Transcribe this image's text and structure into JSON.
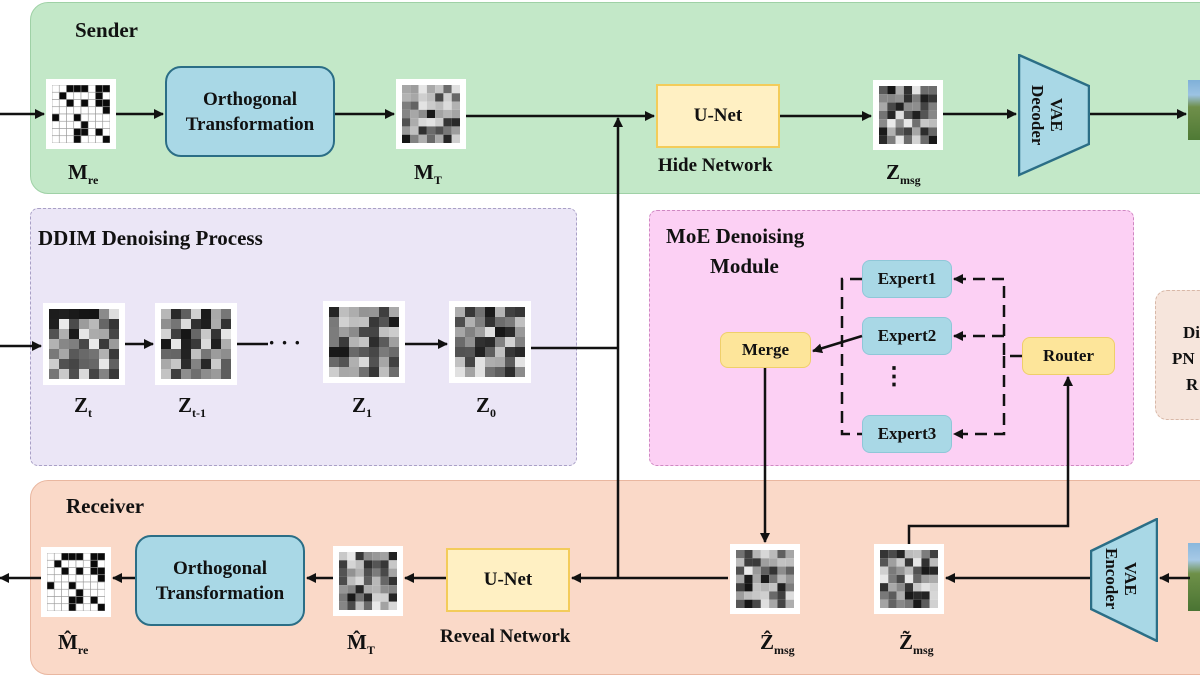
{
  "sender": {
    "title": "Sender",
    "ortho": "Orthogonal Transformation",
    "unet": "U-Net",
    "hide_label": "Hide Network",
    "vae": "VAE Decoder",
    "m_re": {
      "base": "M",
      "sub": "re"
    },
    "m_t": {
      "base": "M",
      "sub": "T"
    },
    "z_msg": {
      "base": "Z",
      "sub": "msg"
    }
  },
  "ddim": {
    "title": "DDIM Denoising Process",
    "ellipsis": "· · ·",
    "z_t": {
      "base": "Z",
      "sub": "t"
    },
    "z_t1": {
      "base": "Z",
      "sub": "t-1"
    },
    "z_1": {
      "base": "Z",
      "sub": "1"
    },
    "z_0": {
      "base": "Z",
      "sub": "0"
    }
  },
  "moe": {
    "title_line1": "MoE Denoising",
    "title_line2": "Module",
    "expert1": "Expert1",
    "expert2": "Expert2",
    "expert3": "Expert3",
    "vdots": "⋮",
    "merge": "Merge",
    "router": "Router"
  },
  "receiver": {
    "title": "Receiver",
    "ortho": "Orthogonal Transformation",
    "unet": "U-Net",
    "reveal_label": "Reveal Network",
    "vae": "VAE Encoder",
    "m_re_hat": {
      "base": "M̂",
      "sub": "re"
    },
    "m_t_hat": {
      "base": "M̂",
      "sub": "T"
    },
    "z_msg_hat": {
      "base": "Ẑ",
      "sub": "msg"
    },
    "z_msg_tilde": {
      "base": "Z̃",
      "sub": "msg"
    }
  },
  "side": {
    "line1": "Di",
    "line2": "PN",
    "line3": "R"
  },
  "colors": {
    "sender_bg": "#c3e8c8",
    "ddim_bg": "#ebe6f6",
    "moe_bg": "#fcd0f4",
    "receiver_bg": "#fad9c8",
    "ortho_fill": "#a9d8e6",
    "unet_fill": "#fff0c3",
    "merge_router_fill": "#fde59a"
  }
}
